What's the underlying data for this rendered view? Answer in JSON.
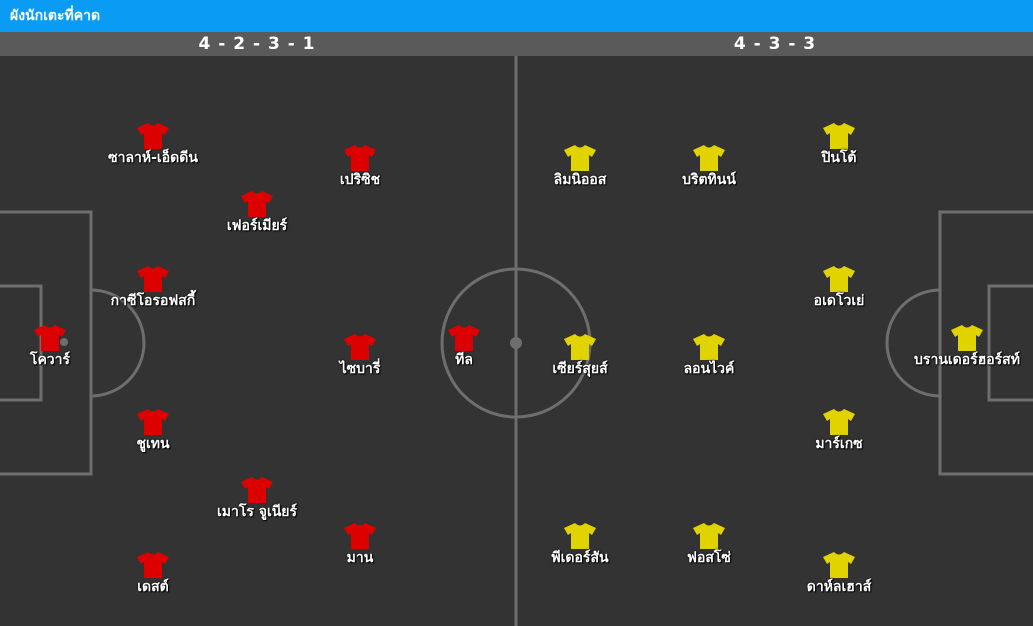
{
  "header": {
    "title": "ผังนักเตะที่คาด"
  },
  "formations": {
    "home": "4 - 2 - 3 - 1",
    "away": "4 - 3 - 3"
  },
  "colors": {
    "home_shirt": "#dd0000",
    "away_shirt": "#e0d300",
    "title_bar": "#0a9cf5",
    "pitch": "#333333",
    "lines": "#6e6e6e"
  },
  "home": {
    "players": [
      {
        "name": "โควาร์"
      },
      {
        "name": "ซาลาห์-เอ็ดดีน"
      },
      {
        "name": "กาซีโอรอฟสกี้"
      },
      {
        "name": "ชูเทน"
      },
      {
        "name": "เดสต์"
      },
      {
        "name": "เฟอร์เมียร์"
      },
      {
        "name": "เมาโร จูเนียร์"
      },
      {
        "name": "เปริซิช"
      },
      {
        "name": "ไซบารี่"
      },
      {
        "name": "มาน"
      },
      {
        "name": "ทีล"
      }
    ]
  },
  "away": {
    "players": [
      {
        "name": "บรานเดอร์ฮอร์สท์"
      },
      {
        "name": "ปินโต้"
      },
      {
        "name": "อเดโวเย่"
      },
      {
        "name": "มาร์เกซ"
      },
      {
        "name": "ดาห์ลเฮาส์"
      },
      {
        "name": "บริตทินน์"
      },
      {
        "name": "ลอนไวค์"
      },
      {
        "name": "ฟอสโซ่"
      },
      {
        "name": "ลิมนิออส"
      },
      {
        "name": "เซียร์สุยส์"
      },
      {
        "name": "พีเดอร์สัน"
      }
    ]
  }
}
